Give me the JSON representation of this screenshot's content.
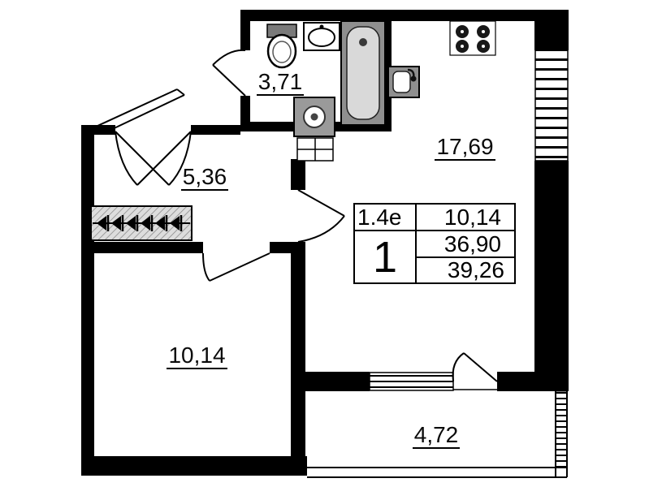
{
  "plan": {
    "rooms": {
      "bathroom": {
        "label": "3,71"
      },
      "hallway": {
        "label": "5,36"
      },
      "living_kitchen": {
        "label": "17,69"
      },
      "bedroom": {
        "label": "10,14"
      },
      "balcony": {
        "label": "4,72"
      }
    },
    "stamp": {
      "flat_type": "1.4e",
      "rooms_count": "1",
      "living_area": "10,14",
      "apartment_area": "36,90",
      "total_area": "39,26"
    },
    "icons": [
      "toilet-icon",
      "sink-icon",
      "bathtub-icon",
      "washing-machine-icon",
      "cabinet-icon",
      "kitchen-sink-icon",
      "stove-icon",
      "wardrobe-hangers-icon",
      "door-swing-icon",
      "window-hatch-icon"
    ],
    "colors": {
      "wall": "#000000",
      "background": "#ffffff",
      "fixture_dark": "#8f8f8f",
      "fixture_light": "#d9d9d9"
    }
  }
}
